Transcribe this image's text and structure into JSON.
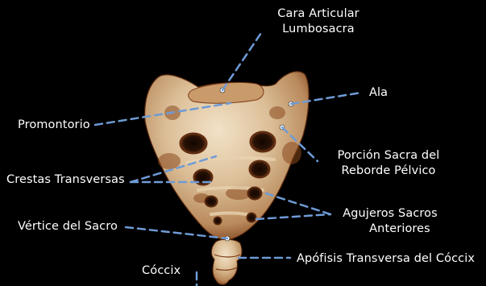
{
  "colors": {
    "background": "#000000",
    "label_text": "#ffffff",
    "leader_line": "#6f9bd6",
    "bone_light": "#efdcc0",
    "bone_mid": "#c9a67e",
    "bone_dark": "#7a3a16",
    "cavity": "#2a1206"
  },
  "labels": {
    "cara_articular_l1": "Cara Articular",
    "cara_articular_l2": "Lumbosacra",
    "ala": "Ala",
    "promontorio": "Promontorio",
    "porcion_sacra_l1": "Porción Sacra del",
    "porcion_sacra_l2": "Reborde Pélvico",
    "crestas_transversas": "Crestas Transversas",
    "agujeros_sacros_l1": "Agujeros Sacros",
    "agujeros_sacros_l2": "Anteriores",
    "vertice_sacro": "Vértice del Sacro",
    "apofisis_transversa_coccix": "Apófisis Transversa del Cóccix",
    "coccix": "Cóccix"
  }
}
